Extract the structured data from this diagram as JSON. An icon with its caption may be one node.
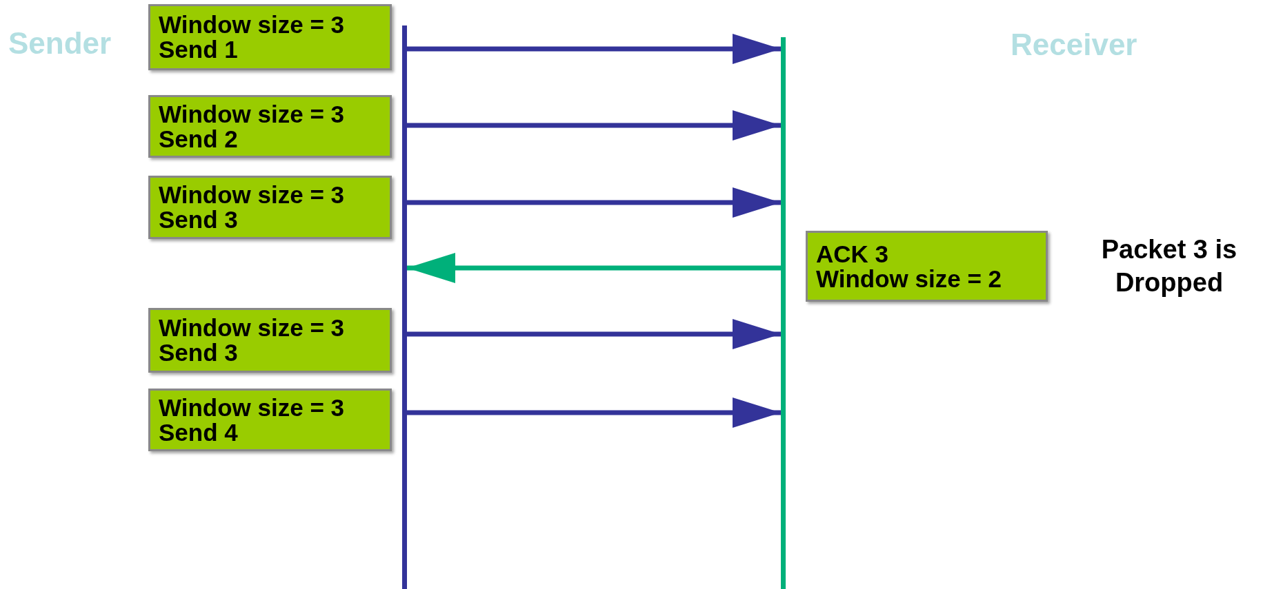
{
  "diagram": {
    "nodes": [
      {
        "text": [],
        "shape": "bar"
      },
      {
        "text": [
          "Window size = 3",
          "Send 1"
        ]
      },
      {
        "text": [
          "Window size = 3",
          "Send 2"
        ]
      },
      {
        "text": [
          "Window size = 3",
          "Send 3"
        ]
      },
      {
        "text": [
          "Window size = 3",
          "Send 3"
        ]
      },
      {
        "text": [
          "Window size = 3",
          "Send 4"
        ]
      },
      {
        "text": [],
        "shape": "bar"
      },
      {
        "text": [
          "ACK 3",
          "Window size = 2"
        ]
      }
    ],
    "edges": [
      {
        "from": 0,
        "to": 6,
        "arrow": "to"
      },
      {
        "from": 0,
        "to": 6,
        "arrow": "to"
      },
      {
        "from": 0,
        "to": 6,
        "arrow": "to"
      },
      {
        "from": 6,
        "to": 0,
        "arrow": "to",
        "color": "#00b07a"
      },
      {
        "from": 0,
        "to": 6,
        "arrow": "to"
      },
      {
        "from": 0,
        "to": 6,
        "arrow": "to"
      }
    ],
    "labels": [
      "Sender",
      "Receiver",
      "Packet 3 is Dropped"
    ]
  }
}
